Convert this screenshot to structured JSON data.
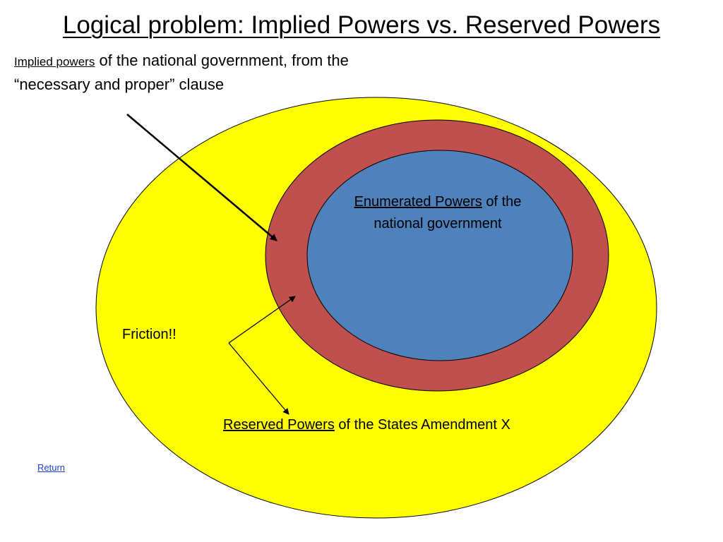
{
  "title": "Logical problem:  Implied Powers vs. Reserved Powers",
  "implied_caption": {
    "underlined": "Implied powers",
    "line1_rest": " of the national government, from the",
    "line2": "“necessary and proper” clause"
  },
  "enumerated": {
    "underlined": "Enumerated Powers",
    "rest": " of the national government"
  },
  "friction": "Friction!!",
  "reserved": {
    "underlined": "Reserved Powers",
    "rest": " of the States Amendment X"
  },
  "return_link": "Return",
  "colors": {
    "outer_ellipse": "#ffff00",
    "middle_ellipse": "#c0504d",
    "inner_ellipse": "#4f81bd",
    "link": "#1f3fd8"
  }
}
